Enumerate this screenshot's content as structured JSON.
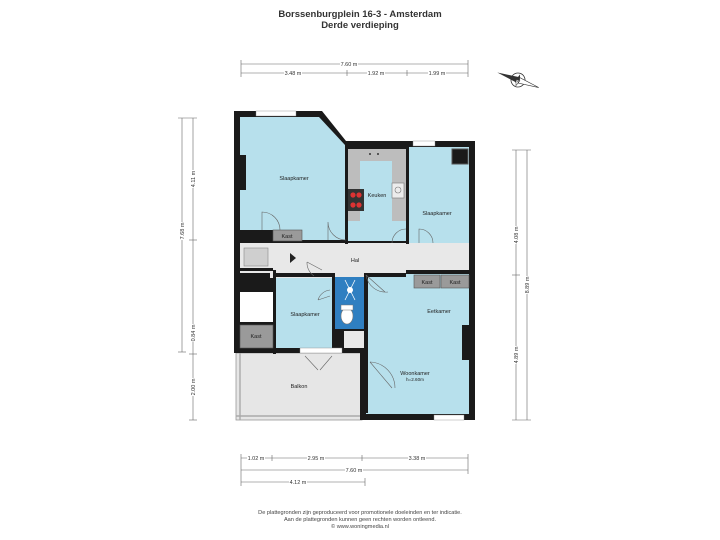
{
  "header": {
    "title": "Borssenburgplein 16-3 - Amsterdam",
    "subtitle": "Derde verdieping"
  },
  "dimensions": {
    "top_total": "7.60 m",
    "top_seg1": "3.48 m",
    "top_seg2": "1.92 m",
    "top_seg3": "1.99 m",
    "bottom_seg1": "1.02 m",
    "bottom_seg2": "2.95 m",
    "bottom_seg3": "3.38 m",
    "bottom_total": "7.60 m",
    "bottom_balcony": "4.12 m",
    "left_total": "7.68 m",
    "left_seg1": "4.11 m",
    "left_seg2": "0.84 m",
    "left_seg3": "2.00 m",
    "right_total": "8.89 m",
    "right_seg1": "4.08 m",
    "right_seg2": "4.89 m"
  },
  "rooms": {
    "slaapkamer_1": "Slaapkamer",
    "keuken": "Keuken",
    "slaapkamer_2": "Slaapkamer",
    "hal": "Hal",
    "kast_1": "Kast",
    "kast_2": "Kast",
    "kast_3": "Kast",
    "kast_4": "Kast",
    "slaapkamer_3": "Slaapkamer",
    "eetkamer": "Eetkamer",
    "woonkamer": "Woonkamer",
    "woonkamer_height": "h=2.60m",
    "balkon": "Balkon"
  },
  "compass": {
    "label": "N"
  },
  "footer": {
    "line1": "De plattegronden zijn geproduceerd voor promotionele doeleinden en ter indicatie.",
    "line2": "Aan de plattegronden kunnen geen rechten worden ontleend.",
    "line3": "© www.woningmedia.nl"
  },
  "colors": {
    "room_fill": "#b7e0ec",
    "wall": "#1a1a1a",
    "cabinet": "#9a9a9a",
    "balcony": "#e6e6e6",
    "bathroom": "#2f7fc1"
  }
}
